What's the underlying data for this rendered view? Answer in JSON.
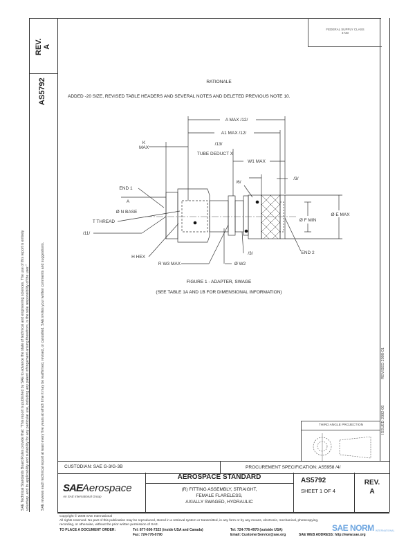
{
  "side_block": {
    "rev_label": "REV.",
    "rev_value": "A",
    "doc_number": "AS5792"
  },
  "supply_class": {
    "line1": "FEDERAL SUPPLY CLASS",
    "line2": "4730"
  },
  "rationale": {
    "heading": "RATIONALE",
    "text": "ADDED -20 SIZE, REVISED TABLE HEADERS AND SEVERAL NOTES AND DELETED PREVIOUS NOTE 10."
  },
  "drawing": {
    "labels": {
      "a_max": "A MAX /12/",
      "a1_max": "A1 MAX /12/",
      "k_max_1": "K",
      "k_max_2": "MAX",
      "tube_deduct_note": "/13/",
      "tube_deduct": "TUBE DEDUCT X",
      "w1_max": "W1 MAX",
      "note6": "/6/",
      "note3_top": "/3/",
      "end1": "END 1",
      "n_base_1": "A",
      "n_base": "Ø N BASE",
      "thread": "T THREAD",
      "note11": "/11/",
      "h_hex": "H HEX",
      "r_w3": "R W3 MAX",
      "w2": "Ø W2",
      "note3_bottom": "/3/",
      "end2": "END 2",
      "f_min": "Ø F MIN",
      "e_max": "Ø E MAX"
    },
    "figure_caption": "FIGURE 1 - ADAPTER, SWAGE",
    "figure_note": "(SEE TABLE 1A AND 1B FOR DIMENSIONAL INFORMATION)"
  },
  "projection": {
    "label": "THIRD ANGLE PROJECTION"
  },
  "dates": {
    "issued": "ISSUED 2002-06",
    "revised": "REVISED 2008-01"
  },
  "custodian": "CUSTODIAN: SAE G-3/G-3B",
  "procurement": "PROCUREMENT SPECIFICATION: AS5958 /4/",
  "title_block": {
    "logo_sae": "SAE",
    "logo_aero": "Aerospace",
    "logo_sub": "An SAE International Group",
    "standard": "AEROSPACE STANDARD",
    "title_line1": "(R) FITTING ASSEMBLY, STRAIGHT,",
    "title_line2": "FEMALE FLARELESS,",
    "title_line3": "AXIALLY SWAGED, HYDRAULIC",
    "doc_number": "AS5792",
    "sheet": "SHEET 1 OF 4",
    "rev_label": "REV.",
    "rev_value": "A"
  },
  "left_notice": {
    "line1": "SAE Technical Standards Board Rules provide that: \"This report is published by SAE to advance the state of technical and engineering sciences. The use of this report is entirely",
    "line2": "voluntary, and its applicability and suitability for any particular use, including any patent infringement arising therefrom, is the sole responsibility of the user.\"",
    "line3": "SAE reviews each technical report at least every five years at which time it may be reaffirmed, revised, or cancelled. SAE invites your written comments and suggestions."
  },
  "footer": {
    "copyright": "Copyright © 2008 SAE International",
    "rights1": "All rights reserved. No part of this publication may be reproduced, stored in a retrieval system or transmitted, in any form or by any means, electronic, mechanical, photocopying,",
    "rights2": "recording, or otherwise, without the prior written permission of SAE.",
    "order_label": "TO PLACE A DOCUMENT ORDER:",
    "tel_us": "Tel: 877-606-7323 (inside USA and Canada)",
    "tel_intl": "Tel: 724-776-4970 (outside USA)",
    "fax": "Fax: 724-776-0790",
    "email": "Email: CustomerService@sae.org",
    "web": "SAE WEB ADDRESS: http://www.sae.org"
  },
  "watermark": {
    "text": "SAE NORM",
    "sub": "INTERNATIONAL",
    "color": "#4a90d9"
  }
}
